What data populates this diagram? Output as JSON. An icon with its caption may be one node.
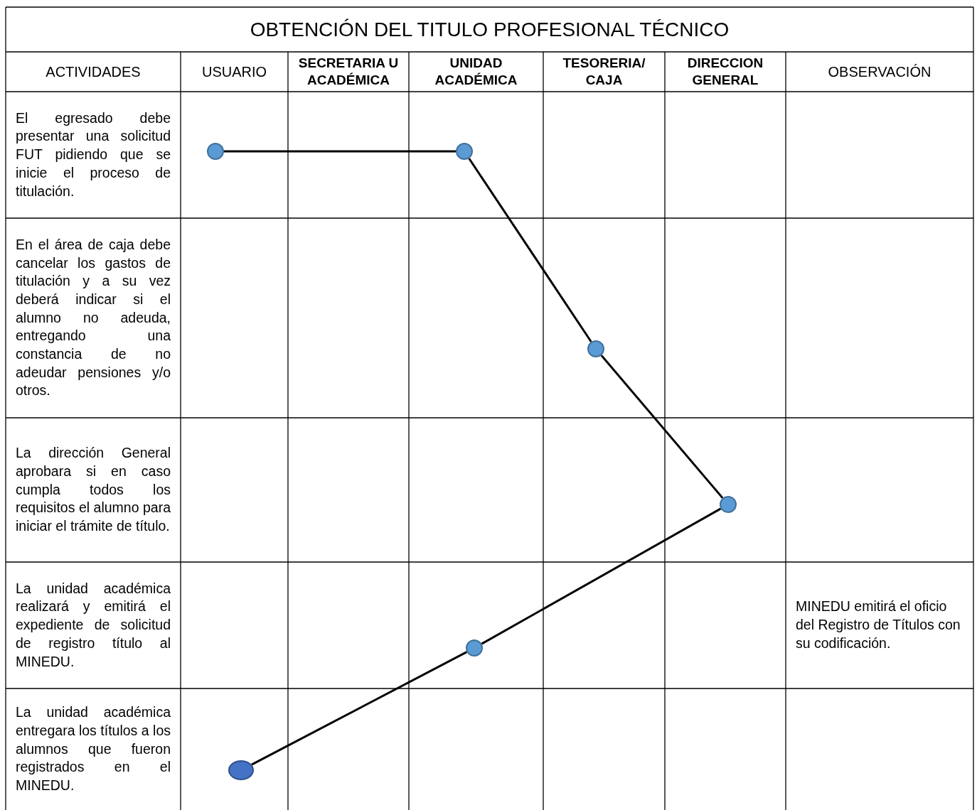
{
  "diagram": {
    "title": "OBTENCIÓN DEL TITULO PROFESIONAL TÉCNICO",
    "nodes": [
      {
        "text": [],
        "shape": "circle"
      },
      {
        "text": [],
        "shape": "circle"
      },
      {
        "text": [],
        "shape": "circle"
      },
      {
        "text": [],
        "shape": "circle"
      },
      {
        "text": [],
        "shape": "circle"
      },
      {
        "text": [],
        "shape": "circle"
      }
    ],
    "edges": [
      {
        "from": 0,
        "to": 1,
        "arrow": "none"
      },
      {
        "from": 1,
        "to": 2,
        "arrow": "none"
      },
      {
        "from": 2,
        "to": 3,
        "arrow": "none"
      },
      {
        "from": 3,
        "to": 4,
        "arrow": "none"
      },
      {
        "from": 4,
        "to": 5,
        "arrow": "none"
      }
    ],
    "labels": [
      "ACTIVIDADES",
      "USUARIO",
      "SECRETARIA U ACADÉMICA",
      "UNIDAD ACADÉMICA",
      "TESORERIA/ CAJA",
      "DIRECCION GENERAL",
      "OBSERVACIÓN",
      "El egresado debe presentar una solicitud FUT pidiendo que se inicie el proceso de titulación.",
      "En el área de caja debe cancelar los gastos de titulación y a su vez deberá indicar si el alumno no adeuda, entregando una constancia de no adeudar pensiones y/o otros.",
      "La dirección General aprobara si en caso cumpla todos los requisitos el alumno para iniciar el trámite de título.",
      "La unidad académica realizará y emitirá el expediente de solicitud de registro título al MINEDU.",
      "MINEDU emitirá el oficio del Registro de Títulos con su codificación.",
      "La unidad académica entregara los títulos a los alumnos que fueron registrados en el MINEDU."
    ]
  }
}
